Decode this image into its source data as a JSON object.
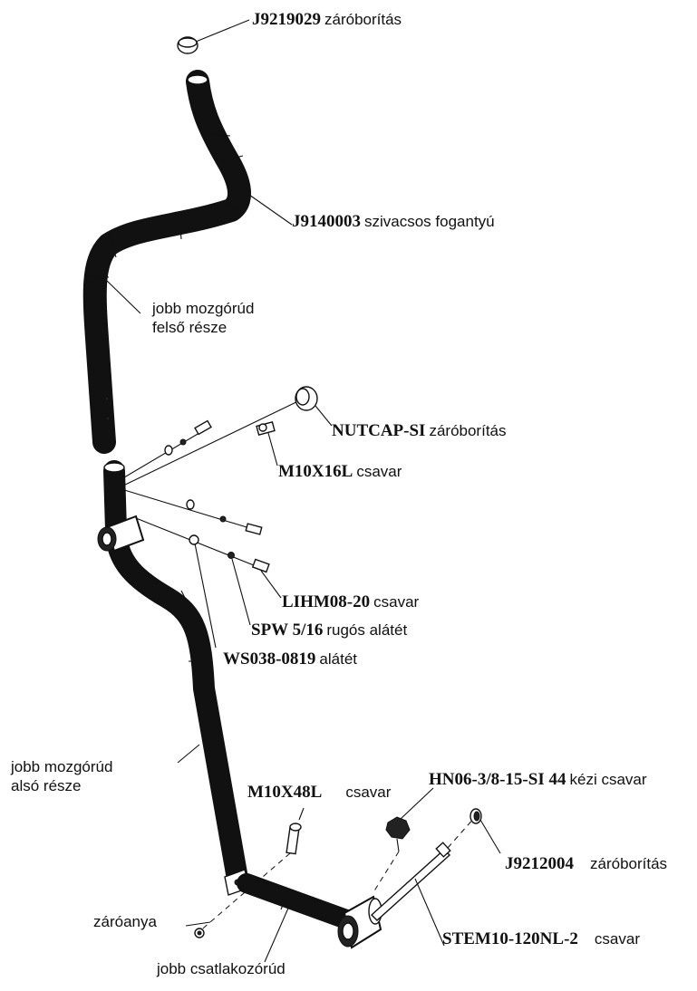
{
  "labels": {
    "end_cap_top": {
      "code": "J9219029",
      "desc": "záróborítás"
    },
    "foam_grip": {
      "code": "J9140003",
      "desc": "szivacsos fogantyú"
    },
    "upper_arm": {
      "line1": "jobb mozgórúd",
      "line2": "felső része"
    },
    "nutcap": {
      "code": "NUTCAP-SI",
      "desc": "záróborítás"
    },
    "bolt_m10x16": {
      "code": "M10X16L",
      "desc": "csavar"
    },
    "bolt_lihm": {
      "code": "LIHM08-20",
      "desc": "csavar"
    },
    "spring_washer": {
      "code": "SPW 5/16",
      "desc": "rugós alátét"
    },
    "washer": {
      "code": "WS038-0819",
      "desc": "alátét"
    },
    "lower_arm": {
      "line1": "jobb mozgórúd",
      "line2": "alsó része"
    },
    "bolt_m10x48": {
      "code": "M10X48L",
      "desc": "csavar"
    },
    "hand_screw": {
      "code": "HN06-3/8-15-SI 44",
      "desc": "kézi csavar"
    },
    "end_cap_bottom": {
      "code": "J9212004",
      "desc": "záróborítás"
    },
    "lock_nut": {
      "text": "záróanya"
    },
    "connecting_rod": {
      "text": "jobb csatlakozórúd"
    },
    "bolt_stem": {
      "code": "STEM10-120NL-2",
      "desc": "csavar"
    }
  }
}
